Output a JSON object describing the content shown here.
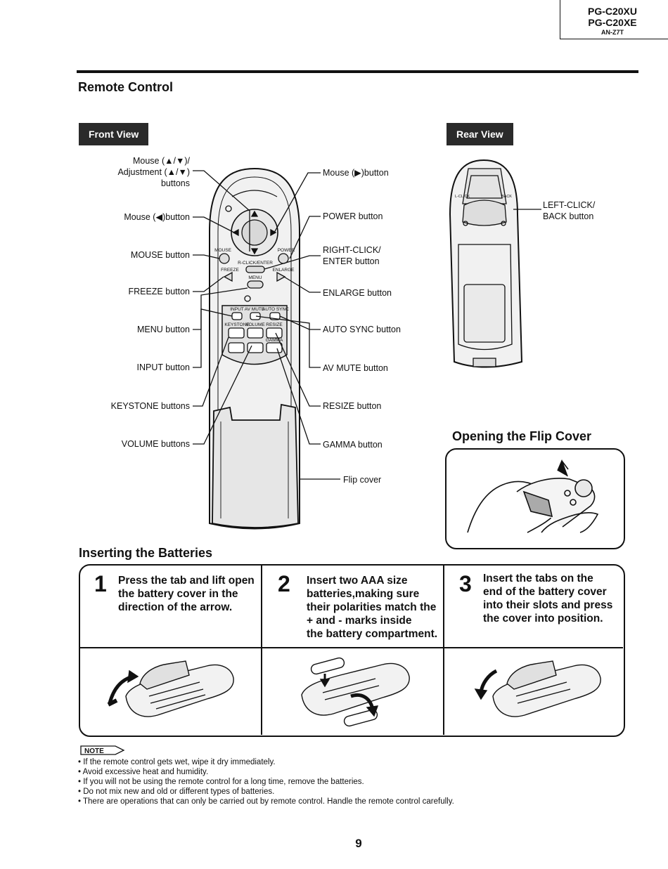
{
  "header": {
    "models": [
      "PG-C20XU",
      "PG-C20XE"
    ],
    "submodel": "AN-Z7T",
    "title": "Remote Control"
  },
  "front_view": {
    "tag": "Front View",
    "left_labels": [
      "Mouse (▲/▼)/\nAdjustment (▲/▼)\nbuttons",
      "Mouse (◀)button",
      "MOUSE button",
      "FREEZE button",
      "MENU button",
      "INPUT button",
      "KEYSTONE buttons",
      "VOLUME buttons"
    ],
    "right_labels": [
      "Mouse (▶)button",
      "POWER button",
      "RIGHT-CLICK/\nENTER button",
      "ENLARGE button",
      "AUTO SYNC button",
      "AV MUTE button",
      "RESIZE button",
      "GAMMA button",
      "Flip cover"
    ],
    "printed_keys": {
      "mouse": "MOUSE",
      "power": "POWER",
      "rclick": "R-CLICK/ENTER",
      "freeze": "FREEZE",
      "enlarge": "ENLARGE",
      "menu": "MENU",
      "input": "INPUT",
      "avmute": "AV MUTE",
      "autosync": "AUTO SYNC",
      "keystone": "KEYSTONE",
      "volume": "VOLUME",
      "resize": "RESIZE",
      "gamma": "GAMMA"
    }
  },
  "rear_view": {
    "tag": "Rear View",
    "label": "LEFT-CLICK/\nBACK button",
    "printed_keys": {
      "lclick": "L-CLICK",
      "back": "BACK"
    }
  },
  "flip_cover": {
    "title": "Opening the Flip Cover"
  },
  "batteries": {
    "title": "Inserting the Batteries",
    "steps": [
      {
        "num": "1",
        "text": "Press the tab and lift open\nthe battery cover in the\ndirection of the arrow."
      },
      {
        "num": "2",
        "text": "Insert two AAA size\nbatteries,making sure\ntheir polarities match the\n + and - marks inside\nthe battery compartment."
      },
      {
        "num": "3",
        "text": "Insert the tabs on the\nend of the battery cover\ninto their slots and press\nthe cover into position."
      }
    ]
  },
  "note": {
    "label": "NOTE",
    "items": [
      "• If the remote control gets wet, wipe it dry immediately.",
      "• Avoid excessive heat and humidity.",
      "• If you will not be using the remote control for a long time, remove the batteries.",
      "• Do not mix new and old or different types of batteries.",
      "• There are operations that can only be carried out by remote control. Handle the remote control carefully."
    ]
  },
  "page_number": "9"
}
